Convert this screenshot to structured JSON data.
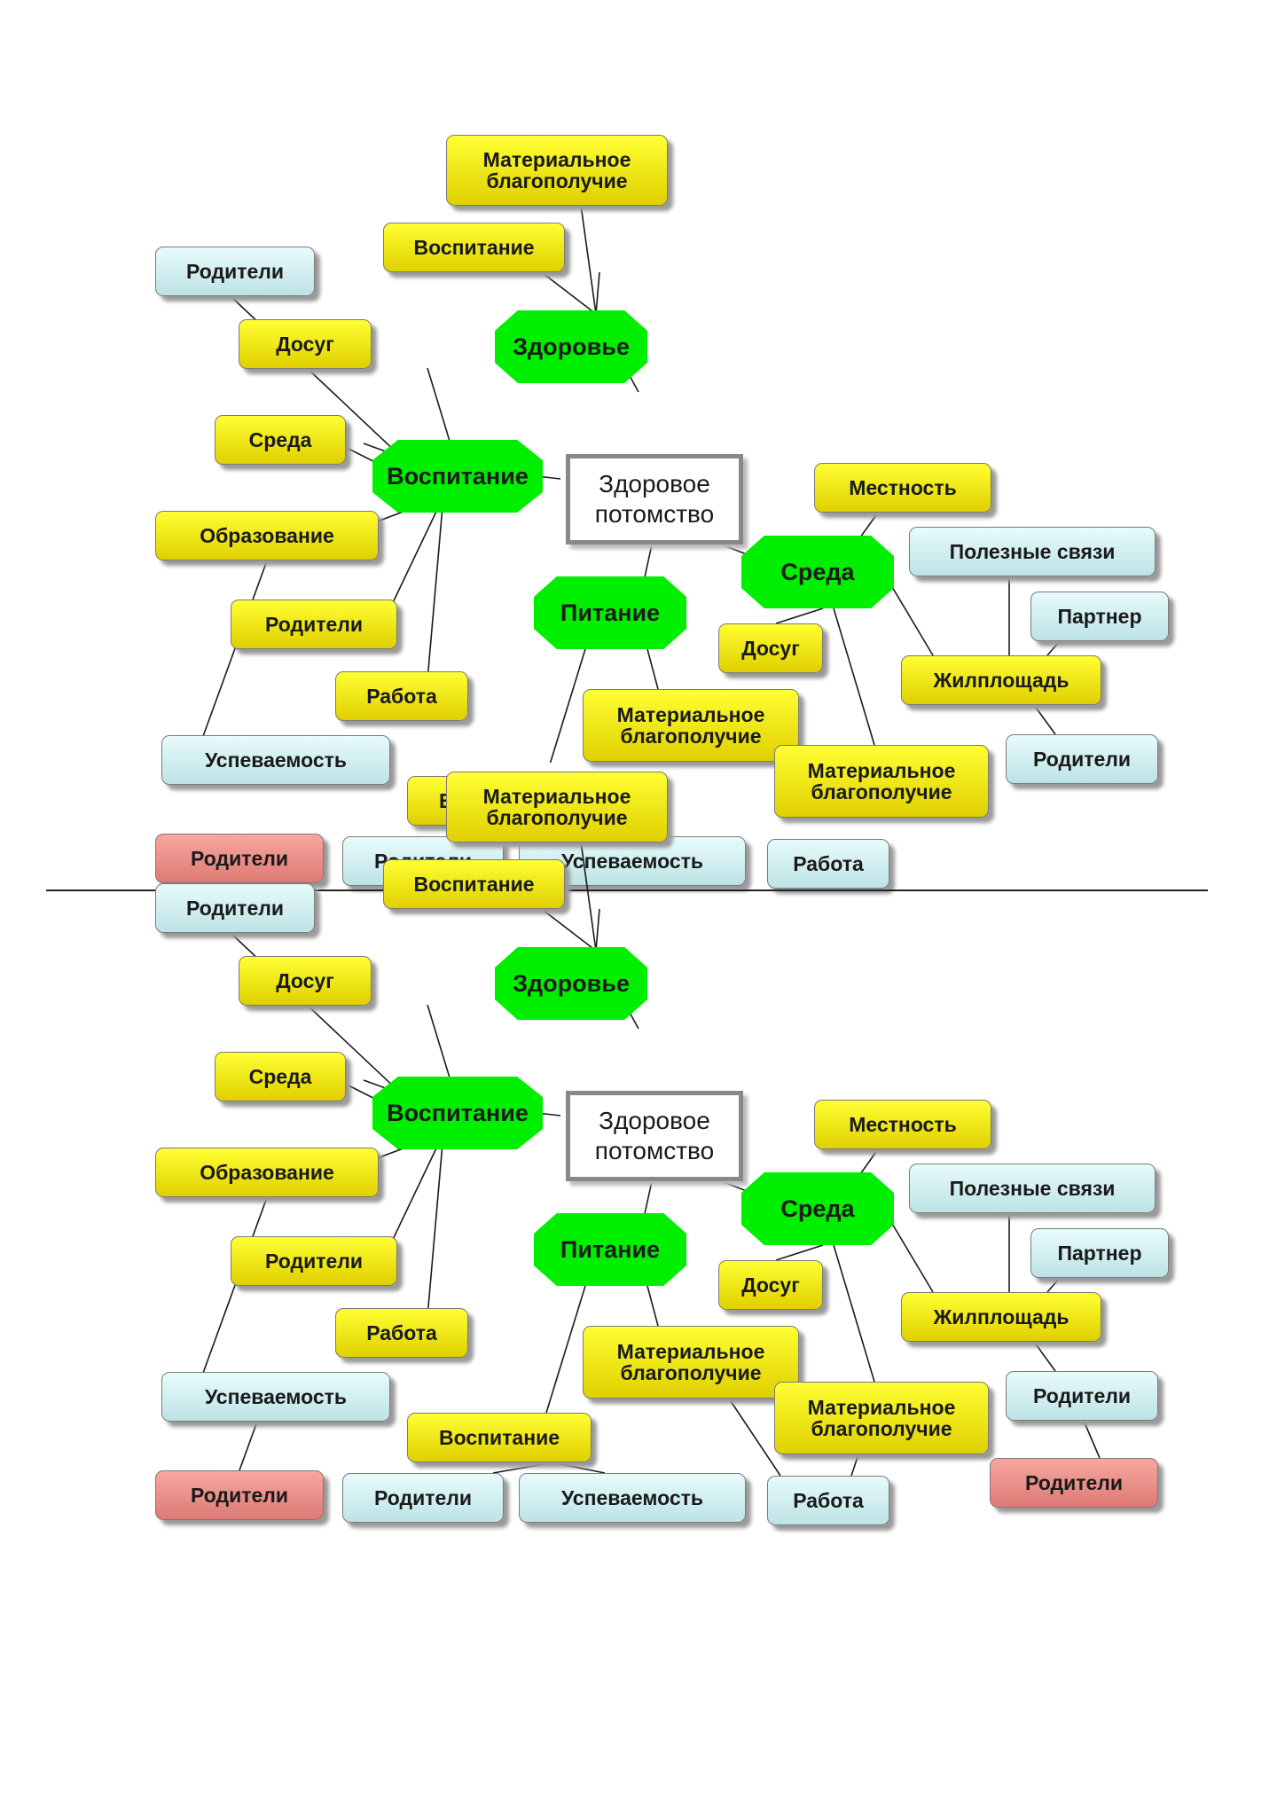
{
  "diagram_top": {
    "center": "Здоровое\nпотомство",
    "nodes": {
      "health": "Здоровье",
      "health_wealth": "Материальное\nблагополучие",
      "health_upbringing": "Воспитание",
      "upbringing": "Воспитание",
      "up_parents": "Родители",
      "up_leisure": "Досуг",
      "up_env": "Среда",
      "up_education": "Образование",
      "up_parents2": "Родители",
      "up_work": "Работа",
      "up_progress": "Успеваемость",
      "up_parents_red": "Родители",
      "nutrition": "Питание",
      "nut_upbringing": "Воспитание",
      "nut_parents": "Родители",
      "nut_progress": "Успеваемость",
      "nut_wealth": "Материальное\nблагополучие",
      "nut_work": "Работа",
      "env": "Среда",
      "env_area": "Местность",
      "env_links": "Полезные связи",
      "env_partner": "Партнер",
      "env_housing": "Жилплощадь",
      "env_leisure": "Досуг",
      "env_parents": "Родители",
      "env_wealth": "Материальное\nблагополучие"
    }
  },
  "diagram_bottom": {
    "center": "Здоровое\nпотомство",
    "nodes": {
      "health": "Здоровье",
      "health_wealth": "Материальное\nблагополучие",
      "health_upbringing": "Воспитание",
      "upbringing": "Воспитание",
      "up_parents": "Родители",
      "up_leisure": "Досуг",
      "up_env": "Среда",
      "up_education": "Образование",
      "up_parents2": "Родители",
      "up_work": "Работа",
      "up_progress": "Успеваемость",
      "up_parents_red": "Родители",
      "nutrition": "Питание",
      "nut_upbringing": "Воспитание",
      "nut_parents": "Родители",
      "nut_progress": "Успеваемость",
      "nut_wealth": "Материальное\nблагополучие",
      "nut_work": "Работа",
      "env": "Среда",
      "env_area": "Местность",
      "env_links": "Полезные связи",
      "env_partner": "Партнер",
      "env_housing": "Жилплощадь",
      "env_leisure": "Досуг",
      "env_parents": "Родители",
      "env_wealth": "Материальное\nблагополучие",
      "env_parents_red": "Родители"
    }
  }
}
